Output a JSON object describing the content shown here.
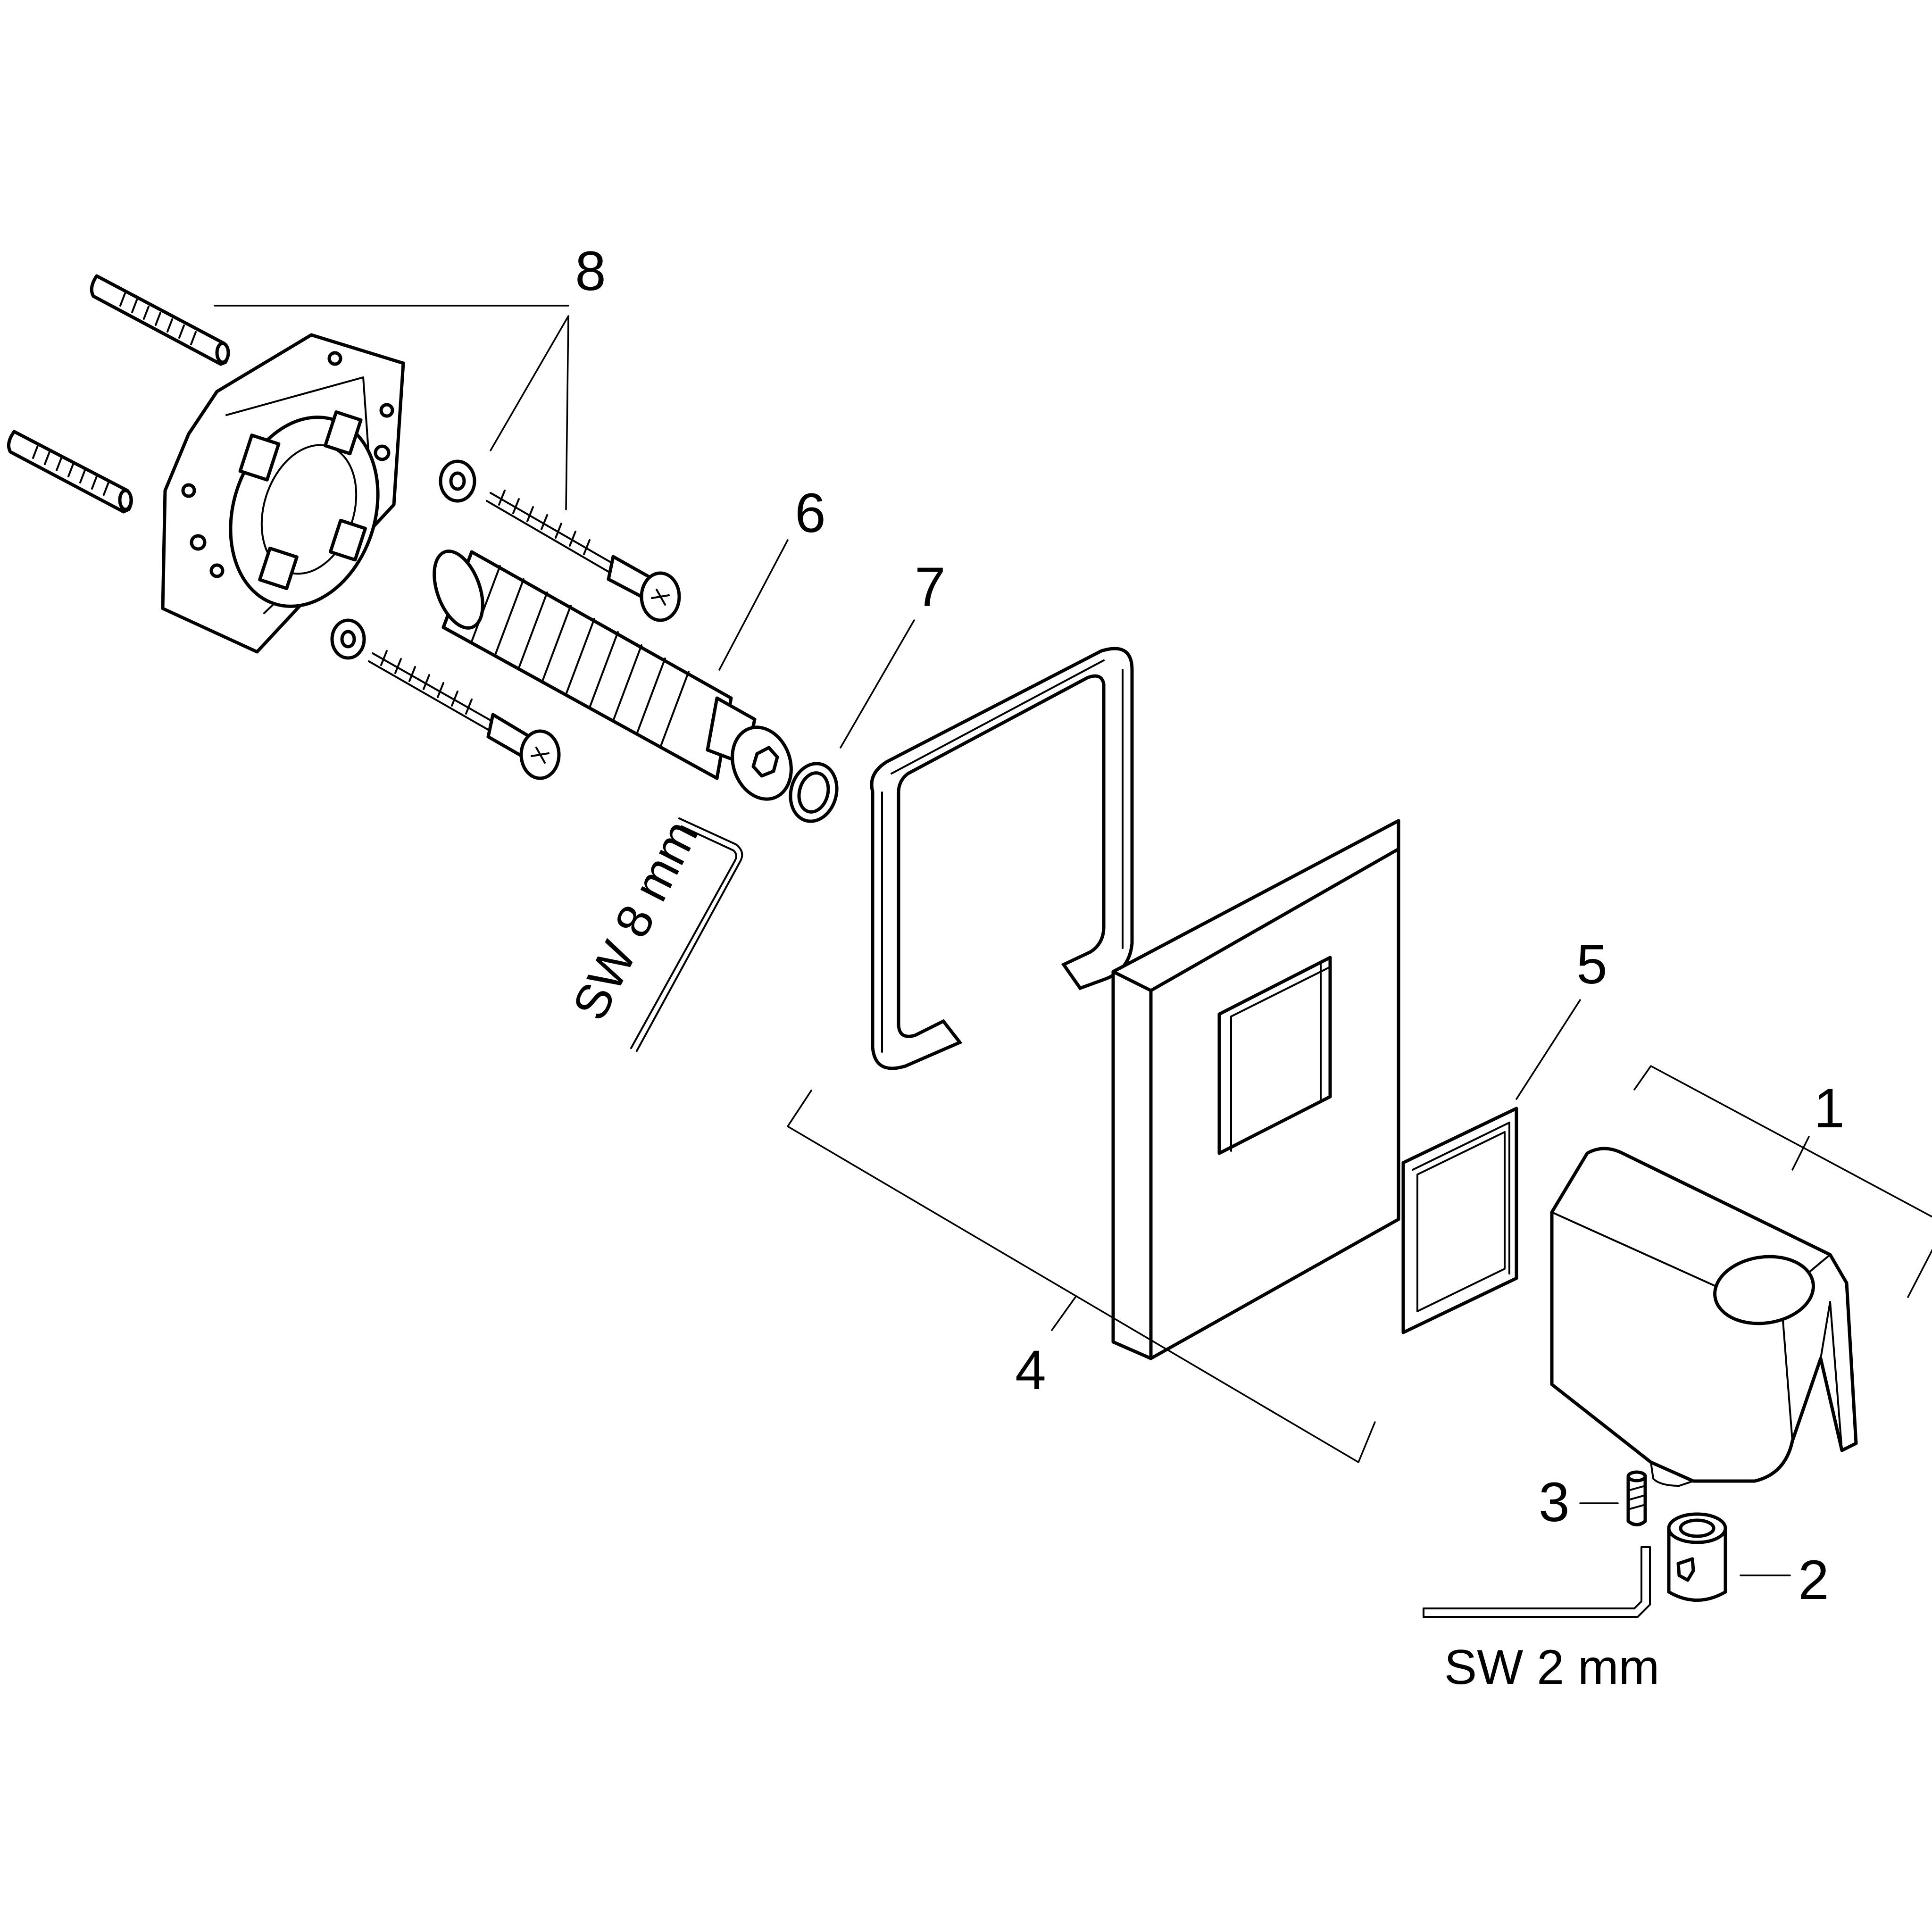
{
  "labels": {
    "part_1": "1",
    "part_2": "2",
    "part_3": "3",
    "part_4": "4",
    "part_5": "5",
    "part_6": "6",
    "part_7": "7",
    "part_8": "8",
    "hex_key_large": "SW 8 mm",
    "hex_key_small": "SW 2 mm"
  }
}
